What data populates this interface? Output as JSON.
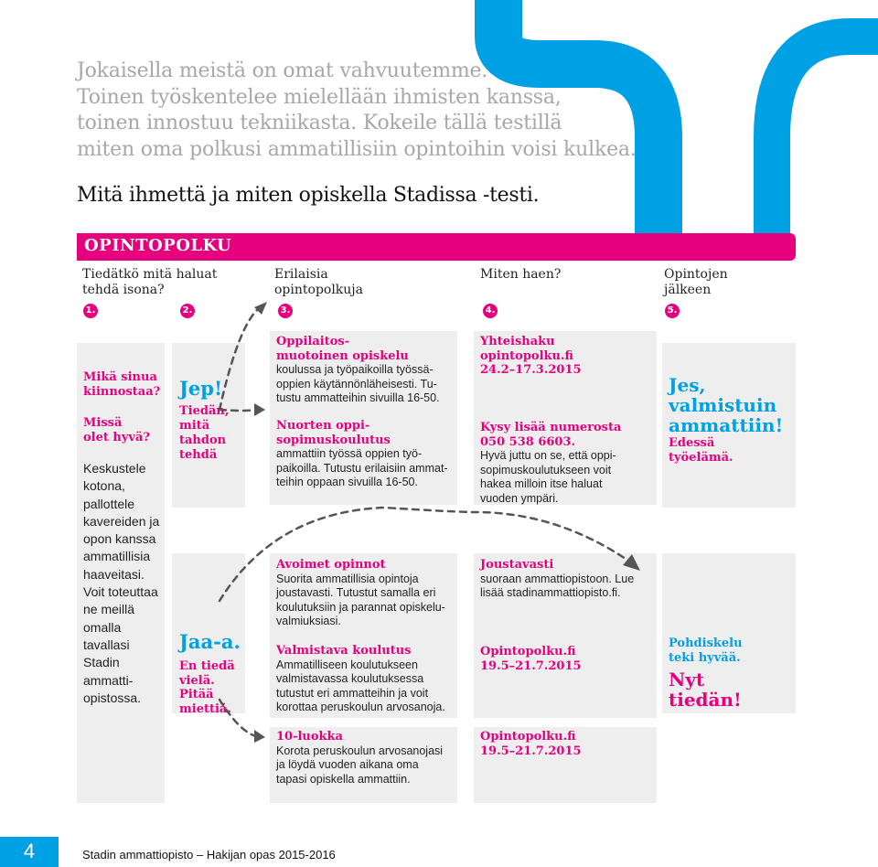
{
  "intro": {
    "lines": [
      "Jokaisella meistä on omat vahvuutemme.",
      "Toinen työskentelee mielellään ihmisten kanssa,",
      "toinen innostuu tekniikasta. Kokeile tällä testillä",
      "miten oma polkusi ammatillisiin opintoihin voisi kulkea."
    ],
    "test_title": "Mitä ihmettä ja miten opiskella Stadissa -testi."
  },
  "bar": {
    "title": "OPINTOPOLKU"
  },
  "steps": [
    {
      "label": [
        "Tiedätkö mitä haluat",
        "tehdä isona?"
      ],
      "num": "1."
    },
    {
      "label": [],
      "num": "2."
    },
    {
      "label": [
        "Erilaisia",
        "opintopolkuja"
      ],
      "num": "3."
    },
    {
      "label": [
        "Miten haen?"
      ],
      "num": "4."
    },
    {
      "label": [
        "Opintojen",
        "jälkeen"
      ],
      "num": "5."
    }
  ],
  "col1": {
    "q1": [
      "Mikä sinua",
      "kiinnostaa?"
    ],
    "q2": [
      "Missä",
      "olet hyvä?"
    ],
    "body": [
      "Keskustele",
      "kotona,",
      "pallottele",
      "kavereiden ja",
      "opon kanssa",
      "ammatillisia",
      "haaveitasi.",
      "Voit toteuttaa",
      "ne meillä",
      "omalla",
      "tavallasi",
      "Stadin",
      "ammatti-",
      "opistossa."
    ]
  },
  "col2": {
    "yes_title": "Jep!",
    "yes_text": [
      "Tiedän,",
      "mitä",
      "tahdon",
      "tehdä"
    ],
    "no_title": "Jaa-a.",
    "no_text": [
      "En tiedä",
      "vielä.",
      "Pitää",
      "miettiä."
    ]
  },
  "col3": {
    "b1": {
      "title": [
        "Oppilaitos-",
        "muotoinen opiskelu"
      ],
      "text": [
        "koulussa ja työpaikoilla työssä-",
        "oppien käytännönläheisesti. Tu-",
        "tustu ammatteihin sivuilla 16-50."
      ]
    },
    "b2": {
      "title": [
        "Nuorten oppi-",
        "sopimuskoulutus"
      ],
      "text": [
        "ammattiin työssä oppien työ-",
        "paikoilla. Tutustu erilaisiin ammat-",
        "teihin oppaan sivuilla 16-50."
      ]
    },
    "b3": {
      "title": [
        "Avoimet opinnot"
      ],
      "text": [
        "Suorita ammatillisia opintoja",
        "joustavasti. Tutustut samalla eri",
        "koulutuksiin ja parannat opiskelu-",
        "valmiuksiasi."
      ]
    },
    "b4": {
      "title": [
        "Valmistava koulutus"
      ],
      "text": [
        "Ammatilliseen koulutukseen",
        "valmistavassa koulutuksessa",
        "tutustut eri ammatteihin ja voit",
        "korottaa peruskoulun arvosanoja."
      ]
    },
    "b5": {
      "title": [
        "10-luokka"
      ],
      "text": [
        "Korota peruskoulun arvosanojasi",
        "ja löydä vuoden aikana oma",
        "tapasi opiskella ammattiin."
      ]
    }
  },
  "col4": {
    "b1": {
      "title": [
        "Yhteishaku",
        "opintopolku.fi",
        "24.2–17.3.2015"
      ]
    },
    "b2": {
      "title": [
        "Kysy lisää numerosta",
        "050 538 6603."
      ],
      "text": [
        "Hyvä juttu on se, että oppi-",
        "sopimuskoulutukseen voit",
        "hakea milloin itse haluat",
        "vuoden ympäri."
      ]
    },
    "b3": {
      "title": [
        "Joustavasti"
      ],
      "text": [
        "suoraan ammattiopistoon. Lue",
        "lisää stadinammattiopisto.fi."
      ]
    },
    "b4": {
      "title": [
        "Opintopolku.fi",
        "19.5–21.7.2015"
      ]
    },
    "b5": {
      "title": [
        "Opintopolku.fi",
        "19.5–21.7.2015"
      ]
    }
  },
  "col5": {
    "top_big": [
      "Jes,",
      "valmistuin",
      "ammattiin!"
    ],
    "top_small": [
      "Edessä",
      "työelämä."
    ],
    "bot_small": [
      "Pohdiskelu",
      "teki hyvää."
    ],
    "bot_big": [
      "Nyt",
      "tiedän!"
    ]
  },
  "footer": {
    "page": "4",
    "text": "Stadin ammattiopisto – Hakijan opas 2015-2016"
  },
  "colors": {
    "pink": "#e6007e",
    "blue": "#00a0e4",
    "box": "#eeeeee"
  }
}
